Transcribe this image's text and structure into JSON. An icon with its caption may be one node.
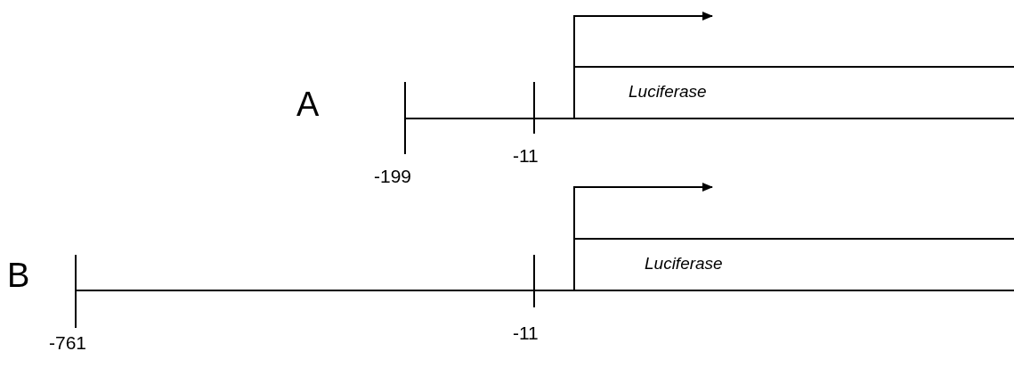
{
  "diagram": {
    "nodes": [
      {
        "text": [
          "Luciferase"
        ]
      },
      {
        "text": [
          "Luciferase"
        ]
      }
    ],
    "labels": [
      "A",
      "-199",
      "-11",
      "B",
      "-761",
      "-11"
    ]
  }
}
